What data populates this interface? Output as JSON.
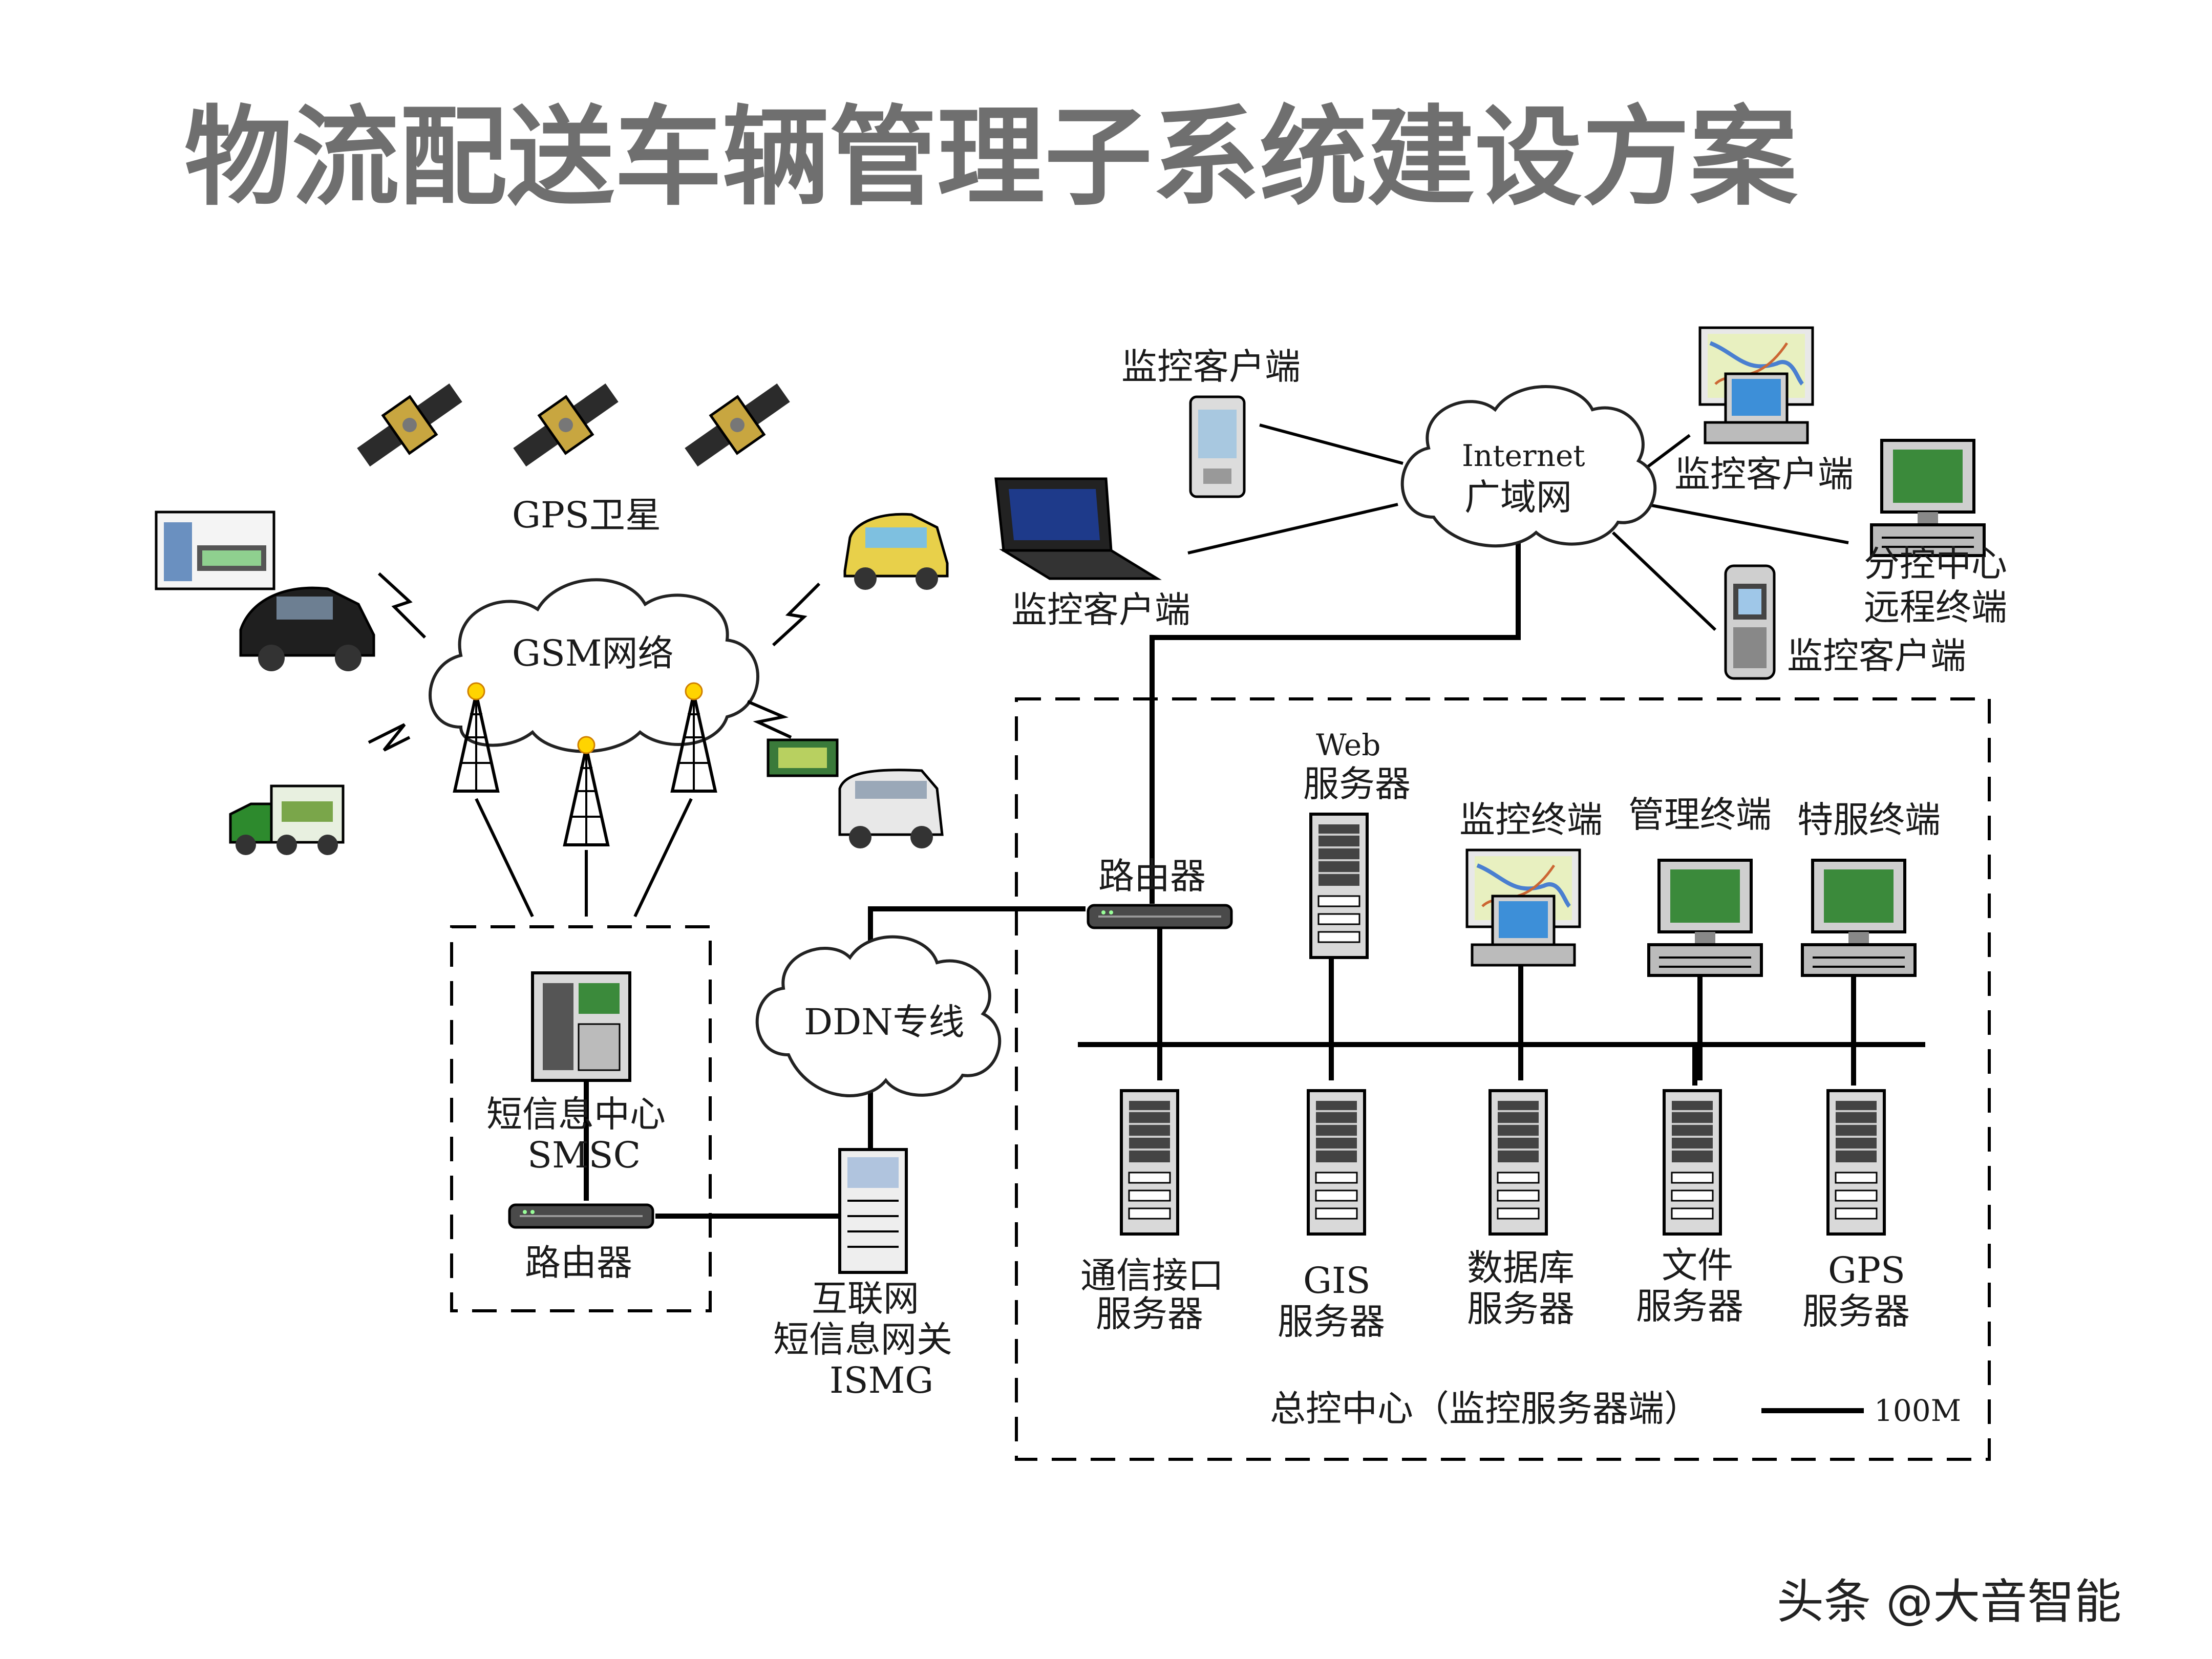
{
  "title": "物流配送车辆管理子系统建设方案",
  "labels": {
    "gps_satellite": "GPS卫星",
    "gsm_network": "GSM网络",
    "internet": "Internet",
    "wan": "广域网",
    "ddn": "DDN专线",
    "router_top": "路由器",
    "router_left": "路由器",
    "smsc_cn": "短信息中心",
    "smsc_en": "SMSC",
    "ismg_1": "互联网",
    "ismg_2": "短信息网关",
    "ismg_3": "ISMG",
    "client_top": "监控客户端",
    "client_laptop": "监控客户端",
    "client_right": "监控客户端",
    "client_phone": "监控客户端",
    "branch_1": "分控中心",
    "branch_2": "远程终端",
    "web_1": "Web",
    "web_2": "服务器",
    "term_monitor": "监控终端",
    "term_manage": "管理终端",
    "term_special": "特服终端",
    "srv_comm_1": "通信接口",
    "srv_comm_2": "服务器",
    "srv_gis_1": "GIS",
    "srv_gis_2": "服务器",
    "srv_db_1": "数据库",
    "srv_db_2": "服务器",
    "srv_file_1": "文件",
    "srv_file_2": "服务器",
    "srv_gps_1": "GPS",
    "srv_gps_2": "服务器",
    "control_center": "总控中心（监控服务器端）",
    "legend": "100M"
  },
  "watermark": "头条 @大音智能",
  "colors": {
    "title": "#6f6f6f",
    "screen": "#3b8a3b",
    "server": "#d9d9d9"
  }
}
